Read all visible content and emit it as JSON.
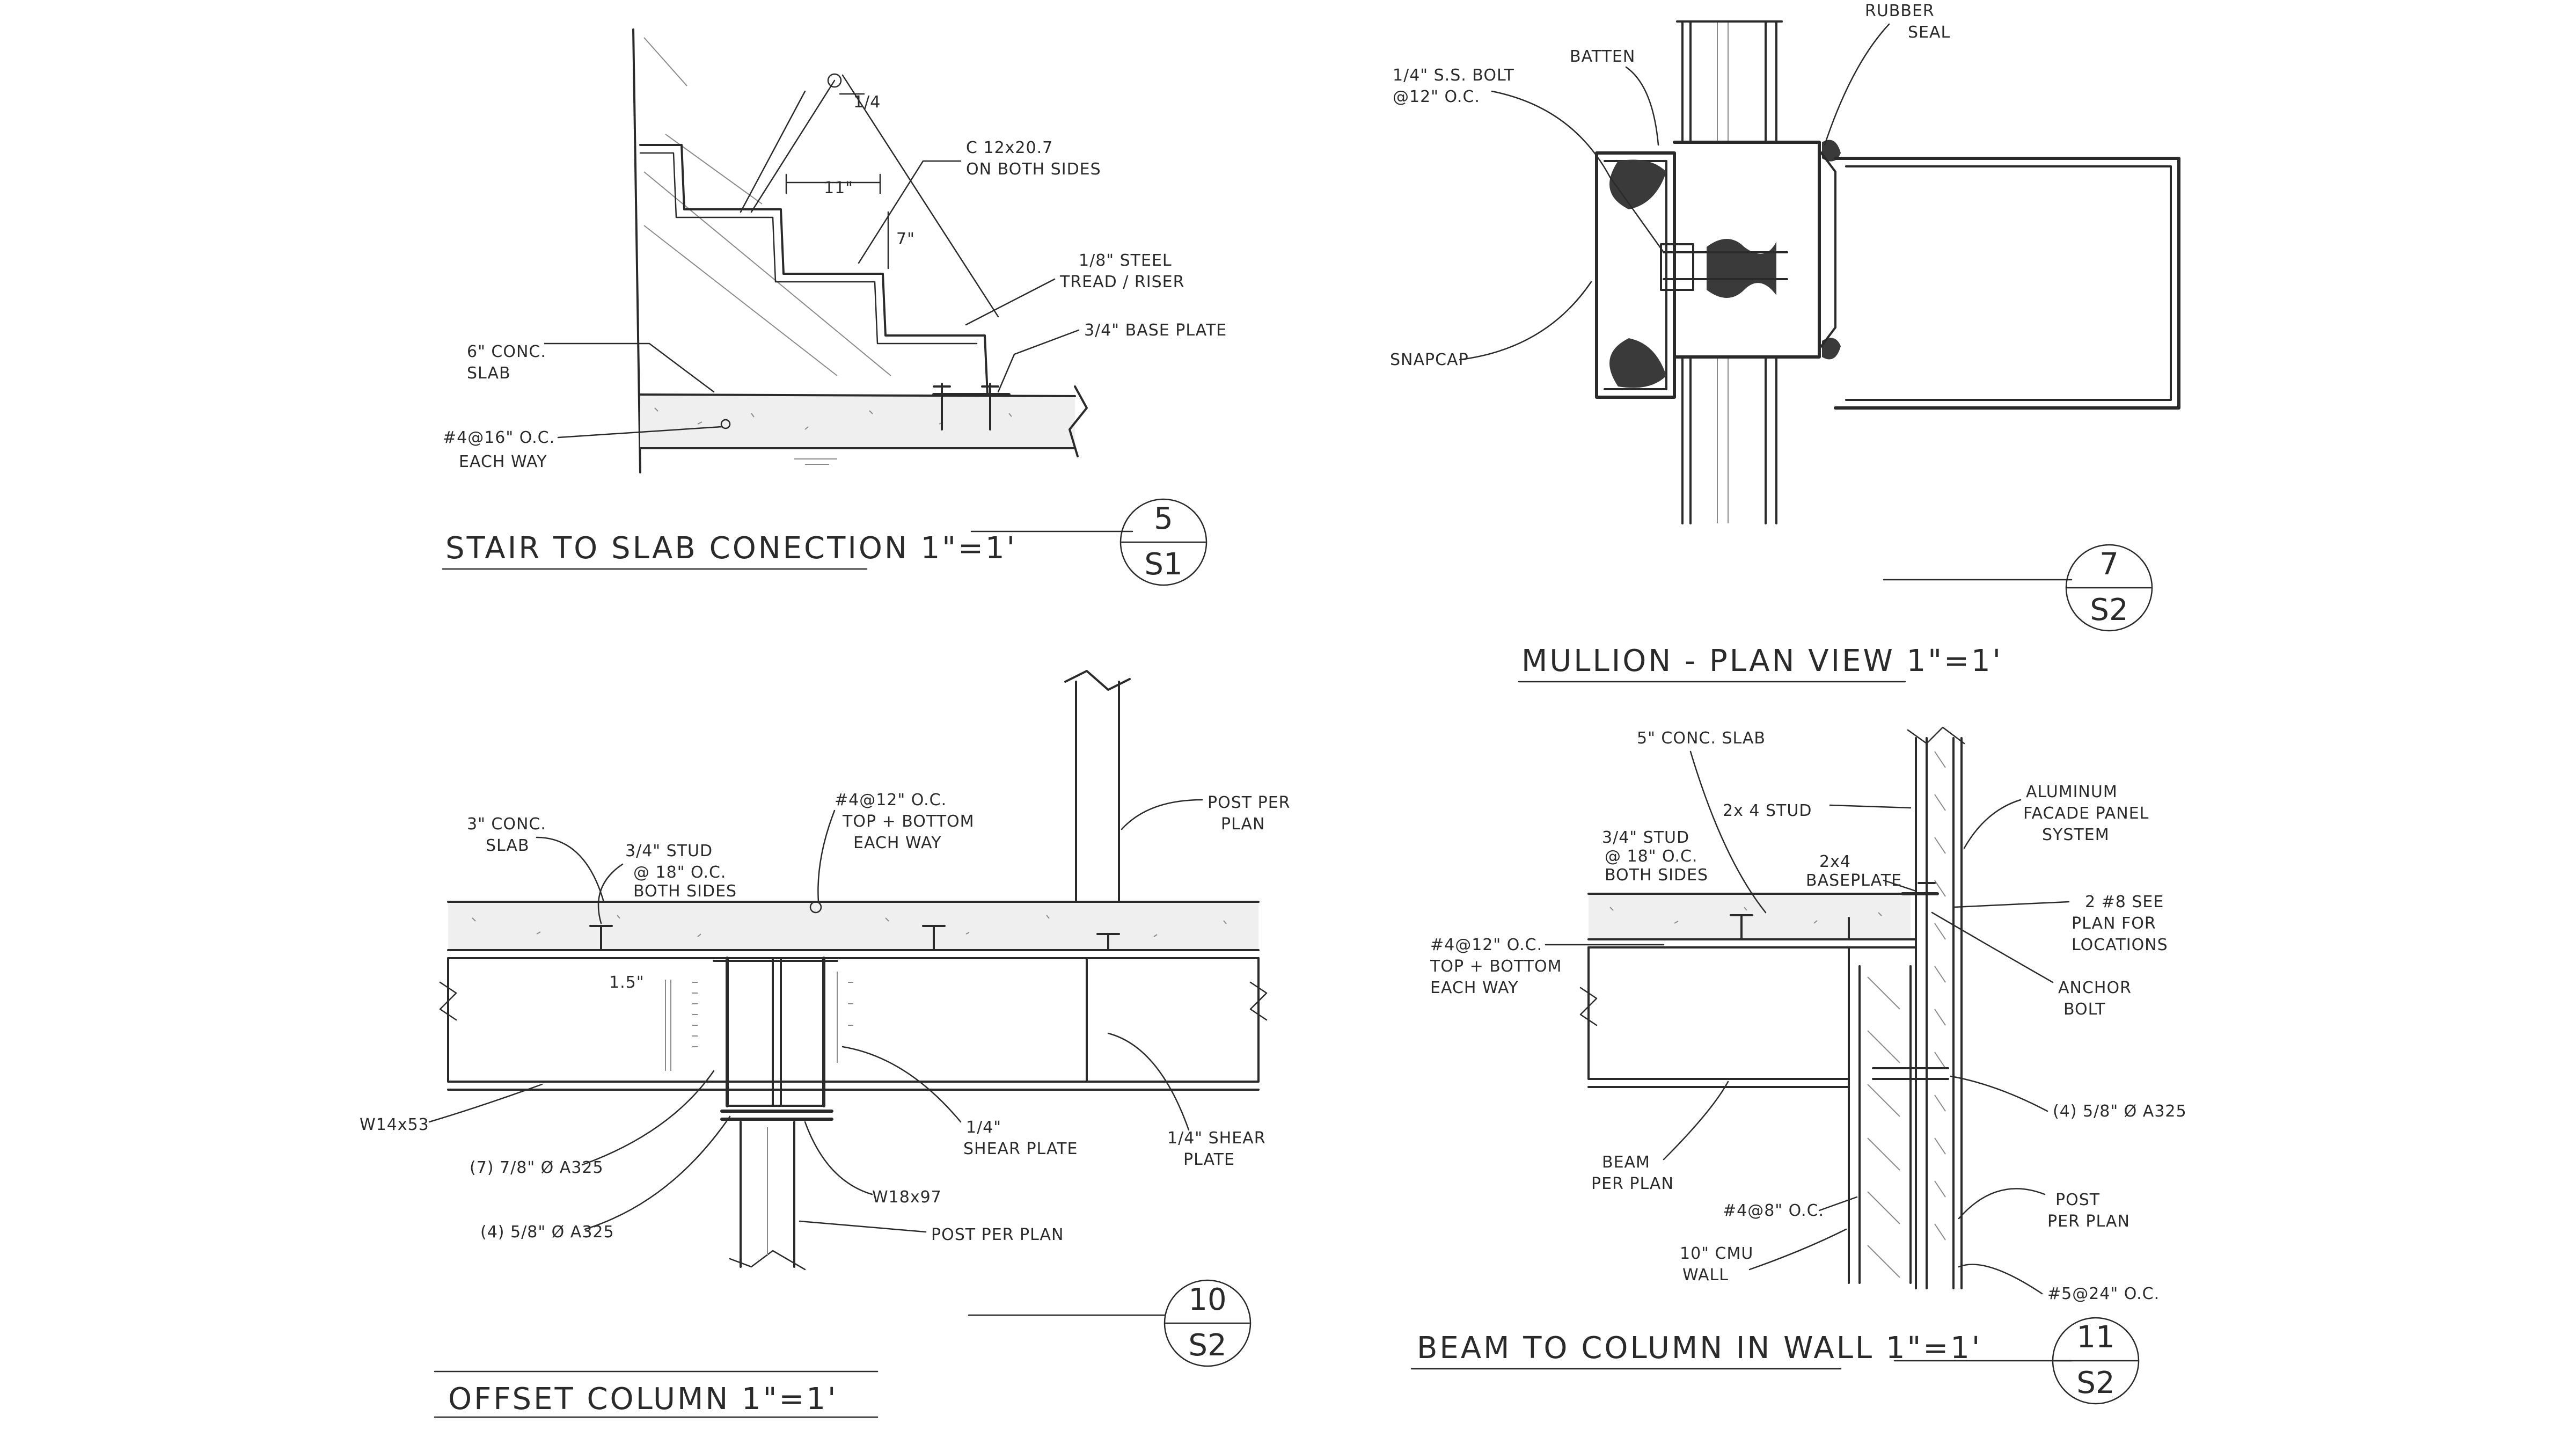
{
  "details": {
    "stair": {
      "title": "STAIR TO SLAB CONECTION 1\"=1'",
      "num": "5",
      "sheet": "S1",
      "labels": {
        "weld": "1/4",
        "channel1": "C 12x20.7",
        "channel2": "ON BOTH SIDES",
        "tread_dim": "11\"",
        "riser_dim": "7\"",
        "tread1": "1/8\" STEEL",
        "tread2": "TREAD / RISER",
        "baseplate": "3/4\" BASE PLATE",
        "slab1": "6\" CONC.",
        "slab2": "SLAB",
        "rebar1": "#4@16\" O.C.",
        "rebar2": "EACH WAY"
      }
    },
    "mullion": {
      "title": "MULLION - PLAN VIEW 1\"=1'",
      "num": "7",
      "sheet": "S2",
      "labels": {
        "bolt1": "1/4\" S.S. BOLT",
        "bolt2": "@12\" O.C.",
        "batten": "BATTEN",
        "rubber1": "RUBBER",
        "rubber2": "SEAL",
        "snapcap": "SNAPCAP"
      }
    },
    "offset": {
      "title": "OFFSET COLUMN 1\"=1'",
      "num": "10",
      "sheet": "S2",
      "labels": {
        "slab1": "3\" CONC.",
        "slab2": "SLAB",
        "stud1": "3/4\" STUD",
        "stud2": "@ 18\" O.C.",
        "stud3": "BOTH SIDES",
        "rebar1": "#4@12\" O.C.",
        "rebar2": "TOP + BOTTOM",
        "rebar3": "EACH WAY",
        "post1": "POST PER",
        "post2": "PLAN",
        "dim": "1.5\"",
        "beam": "W14x53",
        "bolts7": "(7) 7/8\" Ø A325",
        "bolts4": "(4) 5/8\" Ø A325",
        "shear1a": "1/4\"",
        "shear1b": "SHEAR PLATE",
        "col": "W18x97",
        "postbelow": "POST PER PLAN",
        "shear2a": "1/4\" SHEAR",
        "shear2b": "PLATE"
      }
    },
    "beamcol": {
      "title": "BEAM TO COLUMN IN WALL 1\"=1'",
      "num": "11",
      "sheet": "S2",
      "labels": {
        "slab": "5\" CONC. SLAB",
        "stud2x4": "2x 4 STUD",
        "alum1": "ALUMINUM",
        "alum2": "FACADE PANEL",
        "alum3": "SYSTEM",
        "stud1": "3/4\" STUD",
        "stud2": "@ 18\" O.C.",
        "stud3": "BOTH SIDES",
        "base1": "2x4",
        "base2": "BASEPLATE",
        "see1": "2 #8 SEE",
        "see2": "PLAN FOR",
        "see3": "LOCATIONS",
        "rebar1": "#4@12\" O.C.",
        "rebar2": "TOP + BOTTOM",
        "rebar3": "EACH WAY",
        "anchor1": "ANCHOR",
        "anchor2": "BOLT",
        "bolts": "(4) 5/8\" Ø A325",
        "beam1": "BEAM",
        "beam2": "PER PLAN",
        "post1": "POST",
        "post2": "PER PLAN",
        "vert": "#4@8\" O.C.",
        "cmu1": "10\" CMU",
        "cmu2": "WALL",
        "horiz": "#5@24\" O.C."
      }
    }
  }
}
